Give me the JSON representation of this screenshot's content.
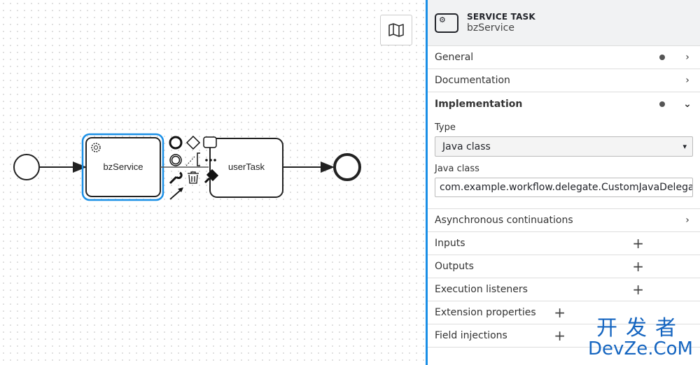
{
  "diagram": {
    "service_task": {
      "label": "bzService"
    },
    "user_task": {
      "label": "userTask"
    }
  },
  "panel": {
    "header": {
      "type": "SERVICE TASK",
      "name": "bzService"
    },
    "sections": [
      {
        "label": "General",
        "dot": true,
        "state": "collapsed"
      },
      {
        "label": "Documentation",
        "dot": false,
        "state": "collapsed"
      },
      {
        "label": "Implementation",
        "dot": true,
        "state": "expanded"
      }
    ],
    "implementation": {
      "type_label": "Type",
      "type_value": "Java class",
      "java_class_label": "Java class",
      "java_class_value": "com.example.workflow.delegate.CustomJavaDelegate"
    },
    "more_sections": [
      {
        "label": "Asynchronous continuations",
        "action": "chevron"
      },
      {
        "label": "Inputs",
        "action": "plus"
      },
      {
        "label": "Outputs",
        "action": "plus"
      },
      {
        "label": "Execution listeners",
        "action": "plus"
      },
      {
        "label": "Extension properties",
        "action": "plus"
      },
      {
        "label": "Field injections",
        "action": "plus"
      }
    ]
  },
  "watermark": {
    "line1": "开发者",
    "line2": "DevZe.CoM"
  }
}
